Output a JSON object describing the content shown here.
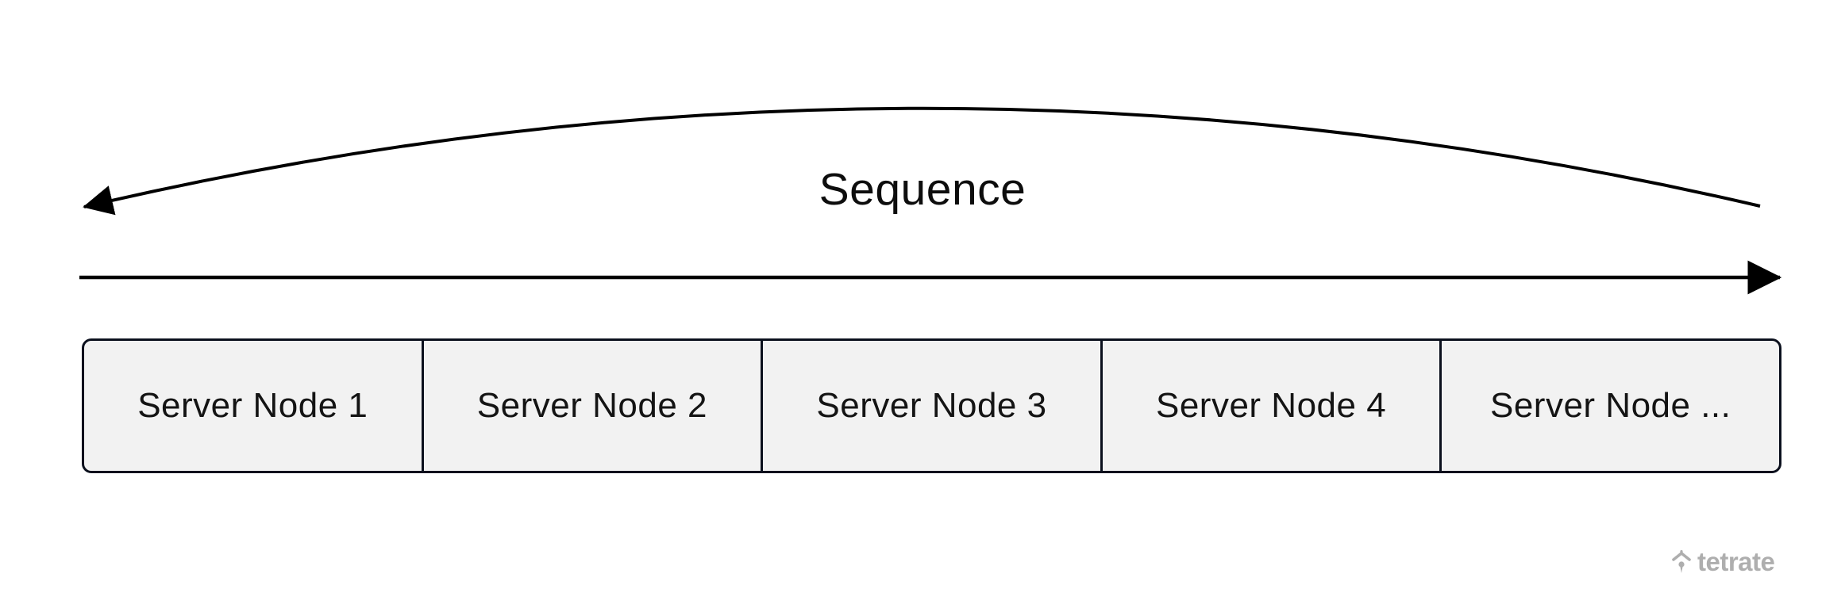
{
  "diagram": {
    "sequence": {
      "label": "Sequence",
      "curved_arrow_direction": "left",
      "straight_arrow_direction": "right"
    },
    "nodes": [
      {
        "label": "Server Node 1"
      },
      {
        "label": "Server Node 2"
      },
      {
        "label": "Server Node 3"
      },
      {
        "label": "Server Node 4"
      },
      {
        "label": "Server Node ..."
      }
    ],
    "colors": {
      "background": "#ffffff",
      "arrow_line": "#000000",
      "node_fill": "#f2f2f2",
      "node_border": "#0b101d",
      "node_text": "#141414",
      "watermark": "#aeaeae"
    }
  },
  "watermark": {
    "brand": "tetrate"
  }
}
